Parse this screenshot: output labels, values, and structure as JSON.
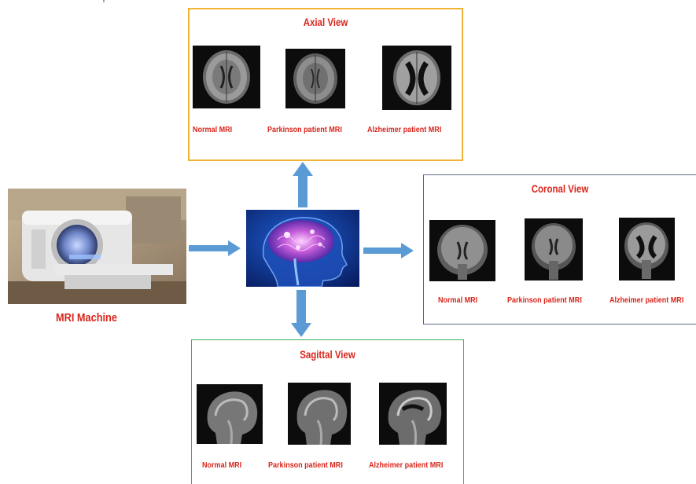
{
  "colors": {
    "accent_red": "#d9261c",
    "arrow_blue": "#5b9bd5",
    "axial_border": "#f2b233",
    "coronal_border": "#5a6a82",
    "sagittal_border": "#39b05c"
  },
  "source": {
    "label": "MRI Machine"
  },
  "views": {
    "axial": {
      "title": "Axial View",
      "captions": [
        "Normal MRI",
        "Parkinson patient MRI",
        "Alzheimer patient MRI"
      ]
    },
    "coronal": {
      "title": "Coronal View",
      "captions": [
        "Normal MRI",
        "Parkinson patient MRI",
        "Alzheimer patient MRI"
      ]
    },
    "sagittal": {
      "title": "Sagittal View",
      "captions": [
        "Normal MRI",
        "Parkinson patient MRI",
        "Alzheimer patient MRI"
      ]
    }
  }
}
